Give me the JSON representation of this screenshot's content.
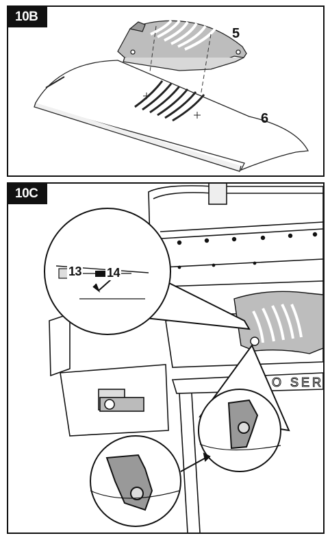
{
  "panels": {
    "top": {
      "label": "10B",
      "callout_a": "5",
      "callout_b": "6"
    },
    "bottom": {
      "label": "10C",
      "callout_a": "13",
      "callout_b": "14"
    }
  }
}
